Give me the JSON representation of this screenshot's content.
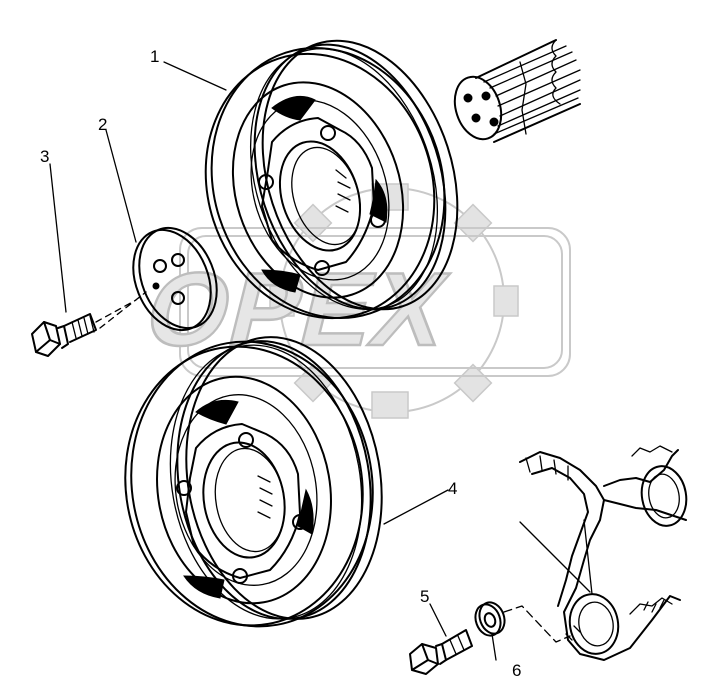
{
  "watermark": {
    "text": "OPEX"
  },
  "callouts": [
    {
      "number": "1",
      "part": "upper pulley"
    },
    {
      "number": "2",
      "part": "washer plate"
    },
    {
      "number": "3",
      "part": "bolt"
    },
    {
      "number": "4",
      "part": "lower pulley"
    },
    {
      "number": "5",
      "part": "bolt"
    },
    {
      "number": "6",
      "part": "washer"
    }
  ],
  "colors": {
    "line": "#000000",
    "watermark": "#c9c9c9",
    "background": "#ffffff"
  }
}
